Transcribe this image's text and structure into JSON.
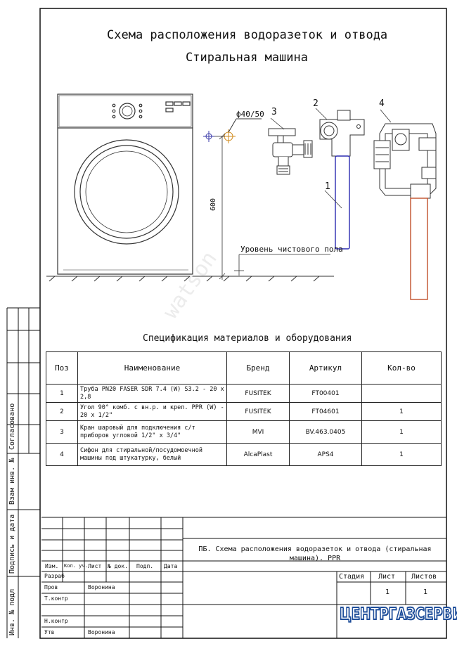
{
  "title": {
    "line1": "Схема расположения водоразеток и отвода",
    "line2": "Стиральная машина"
  },
  "drawing": {
    "pipe_diameter_label": "ф40/50",
    "height_dim": "600",
    "floor_label": "Уровень чистового пола",
    "callouts": [
      "1",
      "2",
      "3",
      "4"
    ],
    "watermark": "watson"
  },
  "spec": {
    "title": "Спецификация материалов и оборудования",
    "headers": [
      "Поз",
      "Наименование",
      "Бренд",
      "Артикул",
      "Кол-во"
    ],
    "rows": [
      {
        "pos": "1",
        "name": "Труба PN20 FASER SDR 7.4 (W) S3.2 - 20 x 2,8",
        "brand": "FUSITEK",
        "article": "FT00401",
        "qty": ""
      },
      {
        "pos": "2",
        "name": "Угол 90° комб. с вн.р. и креп. PPR (W) - 20 x 1/2\"",
        "brand": "FUSITEK",
        "article": "FT04601",
        "qty": "1"
      },
      {
        "pos": "3",
        "name": "Кран шаровый для подключения с/т приборов угловой 1/2\" x 3/4\"",
        "brand": "MVI",
        "article": "BV.463.0405",
        "qty": "1"
      },
      {
        "pos": "4",
        "name": "Сифон для стиральной/посудомоечной машины под штукатурку, белый",
        "brand": "AlcaPlast",
        "article": "APS4",
        "qty": "1"
      }
    ]
  },
  "title_block": {
    "doc_name": "ПБ. Схема расположения водоразеток и отвода (стиральная машина). PPR",
    "col_headers": [
      "Изм.",
      "Кол. уч.",
      "Лист",
      "№ док.",
      "Подп.",
      "Дата"
    ],
    "role_rows": [
      "Разраб",
      "Пров",
      "Т.контр",
      "",
      "Н.контр",
      "Утв"
    ],
    "pров_name": "Воронина",
    "utv_name": "Воронина",
    "stage_headers": [
      "Стадия",
      "Лист",
      "Листов"
    ],
    "sheet": "1",
    "sheets": "1",
    "company": "ЦЕНТРГАЗСЕРВИС"
  },
  "side_stamps": {
    "agreed": "Согласовано",
    "vzam": "Взам инв. №",
    "podpis": "Подпись и дата",
    "inv": "Инв. № подл"
  }
}
